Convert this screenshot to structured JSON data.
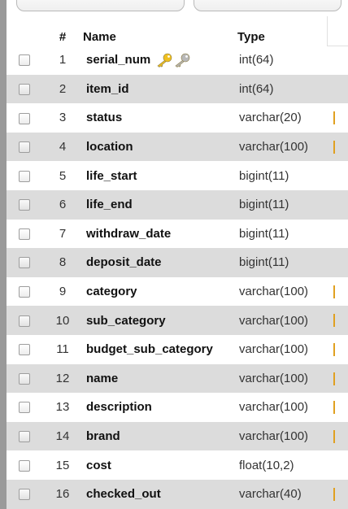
{
  "table": {
    "headers": {
      "num": "#",
      "name": "Name",
      "type": "Type"
    },
    "rows": [
      {
        "num": "1",
        "name": "serial_num",
        "type": "int(64)",
        "keys": [
          "primary-key-icon",
          "index-key-icon"
        ]
      },
      {
        "num": "2",
        "name": "item_id",
        "type": "int(64)"
      },
      {
        "num": "3",
        "name": "status",
        "type": "varchar(20)"
      },
      {
        "num": "4",
        "name": "location",
        "type": "varchar(100)"
      },
      {
        "num": "5",
        "name": "life_start",
        "type": "bigint(11)"
      },
      {
        "num": "6",
        "name": "life_end",
        "type": "bigint(11)"
      },
      {
        "num": "7",
        "name": "withdraw_date",
        "type": "bigint(11)"
      },
      {
        "num": "8",
        "name": "deposit_date",
        "type": "bigint(11)"
      },
      {
        "num": "9",
        "name": "category",
        "type": "varchar(100)"
      },
      {
        "num": "10",
        "name": "sub_category",
        "type": "varchar(100)"
      },
      {
        "num": "11",
        "name": "budget_sub_category",
        "type": "varchar(100)"
      },
      {
        "num": "12",
        "name": "name",
        "type": "varchar(100)"
      },
      {
        "num": "13",
        "name": "description",
        "type": "varchar(100)"
      },
      {
        "num": "14",
        "name": "brand",
        "type": "varchar(100)"
      },
      {
        "num": "15",
        "name": "cost",
        "type": "float(10,2)"
      },
      {
        "num": "16",
        "name": "checked_out",
        "type": "varchar(40)"
      }
    ]
  },
  "colors": {
    "row_alt": "#dcdcdc",
    "left_border": "#9a9a9a",
    "primary_key": "#f0c020",
    "index_key": "#b8b8b8",
    "extra_mark": "#e0a020"
  }
}
